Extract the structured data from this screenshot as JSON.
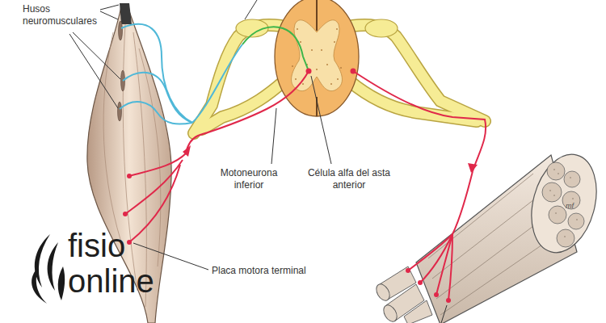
{
  "diagram": {
    "labels": [
      "Husos neuromusculares",
      "Motoneurona inferior",
      "Célula alfa del asta anterior",
      "Placa motora terminal",
      "fisio online",
      "mf"
    ]
  }
}
